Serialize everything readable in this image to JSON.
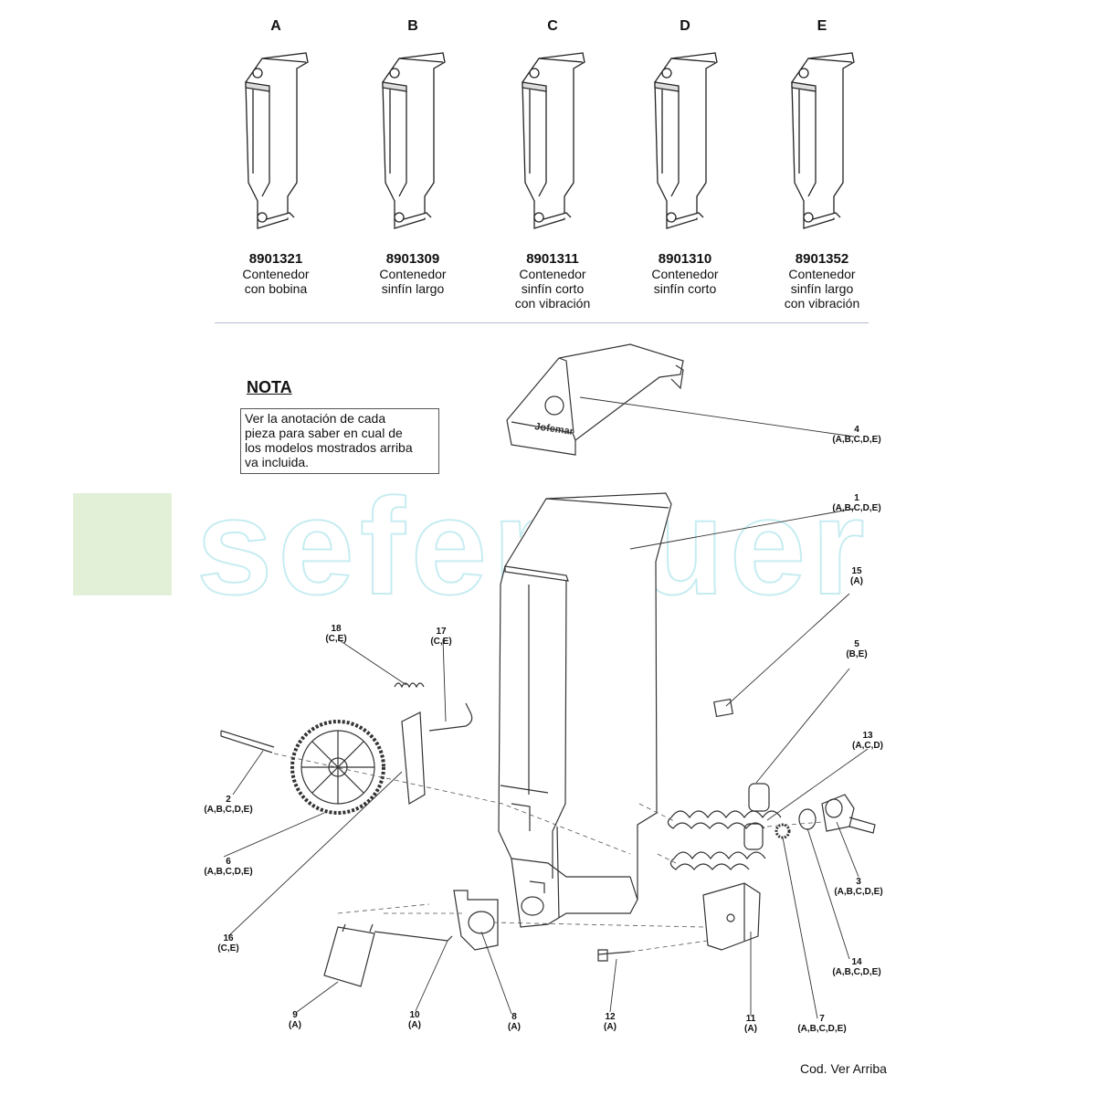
{
  "models": [
    {
      "letter": "A",
      "code": "8901321",
      "desc": [
        "Contenedor",
        "con bobina"
      ]
    },
    {
      "letter": "B",
      "code": "8901309",
      "desc": [
        "Contenedor",
        "sinfín largo"
      ]
    },
    {
      "letter": "C",
      "code": "8901311",
      "desc": [
        "Contenedor",
        "sinfín corto",
        "con vibración"
      ]
    },
    {
      "letter": "D",
      "code": "8901310",
      "desc": [
        "Contenedor",
        "sinfín corto"
      ]
    },
    {
      "letter": "E",
      "code": "8901352",
      "desc": [
        "Contenedor",
        "sinfín largo",
        "con vibración"
      ]
    }
  ],
  "nota": {
    "title": "NOTA",
    "lines": [
      "Ver la anotación de cada",
      "pieza para saber en cual de",
      "los modelos mostrados arriba",
      "va incluida."
    ]
  },
  "brand": "Jofemar",
  "watermark": "seferguer",
  "parts": [
    {
      "num": "1",
      "models": "(A,B,C,D,E)"
    },
    {
      "num": "2",
      "models": "(A,B,C,D,E)"
    },
    {
      "num": "3",
      "models": "(A,B,C,D,E)"
    },
    {
      "num": "4",
      "models": "(A,B,C,D,E)"
    },
    {
      "num": "5",
      "models": "(B,E)"
    },
    {
      "num": "6",
      "models": "(A,B,C,D,E)"
    },
    {
      "num": "7",
      "models": "(A,B,C,D,E)"
    },
    {
      "num": "8",
      "models": "(A)"
    },
    {
      "num": "9",
      "models": "(A)"
    },
    {
      "num": "10",
      "models": "(A)"
    },
    {
      "num": "11",
      "models": "(A)"
    },
    {
      "num": "12",
      "models": "(A)"
    },
    {
      "num": "13",
      "models": "(A,C,D)"
    },
    {
      "num": "14",
      "models": "(A,B,C,D,E)"
    },
    {
      "num": "15",
      "models": "(A)"
    },
    {
      "num": "16",
      "models": "(C,E)"
    },
    {
      "num": "17",
      "models": "(C,E)"
    },
    {
      "num": "18",
      "models": "(C,E)"
    }
  ],
  "footer": "Cod. Ver Arriba",
  "colors": {
    "line": "#333333",
    "watermark": "#b9e8ee",
    "watermark_green": "#e3f0d8",
    "divider": "#b5bdd0"
  }
}
